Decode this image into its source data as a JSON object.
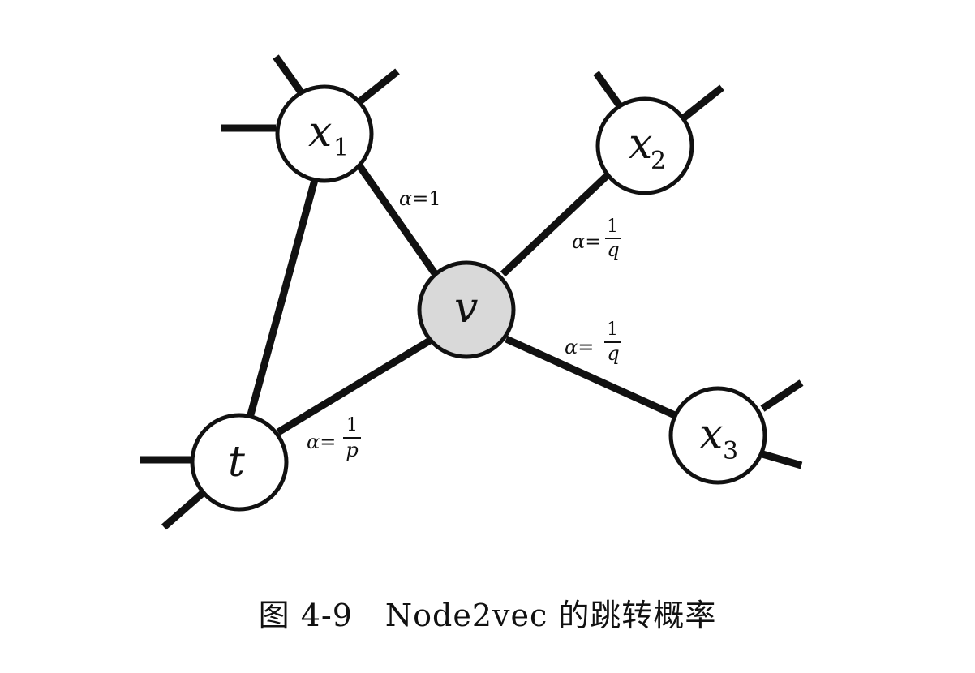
{
  "figure": {
    "caption_number": "图 4-9",
    "caption_text": "Node2vec 的跳转概率"
  },
  "nodes": {
    "x1": {
      "letter": "x",
      "sub": "1",
      "fill": "#ffffff"
    },
    "x2": {
      "letter": "x",
      "sub": "2",
      "fill": "#ffffff"
    },
    "x3": {
      "letter": "x",
      "sub": "3",
      "fill": "#ffffff"
    },
    "v": {
      "letter": "v",
      "sub": "",
      "fill": "#d9d9d9"
    },
    "t": {
      "letter": "t",
      "sub": "",
      "fill": "#ffffff"
    }
  },
  "edges": {
    "v_x1": {
      "prefix": "α=",
      "value": "1"
    },
    "v_x2": {
      "prefix": "α=",
      "num": "1",
      "den": "q"
    },
    "v_x3": {
      "prefix": "α=",
      "num": "1",
      "den": "q"
    },
    "v_t": {
      "prefix": "α=",
      "num": "1",
      "den": "p"
    }
  },
  "colors": {
    "stroke": "#111111",
    "background": "#ffffff"
  }
}
